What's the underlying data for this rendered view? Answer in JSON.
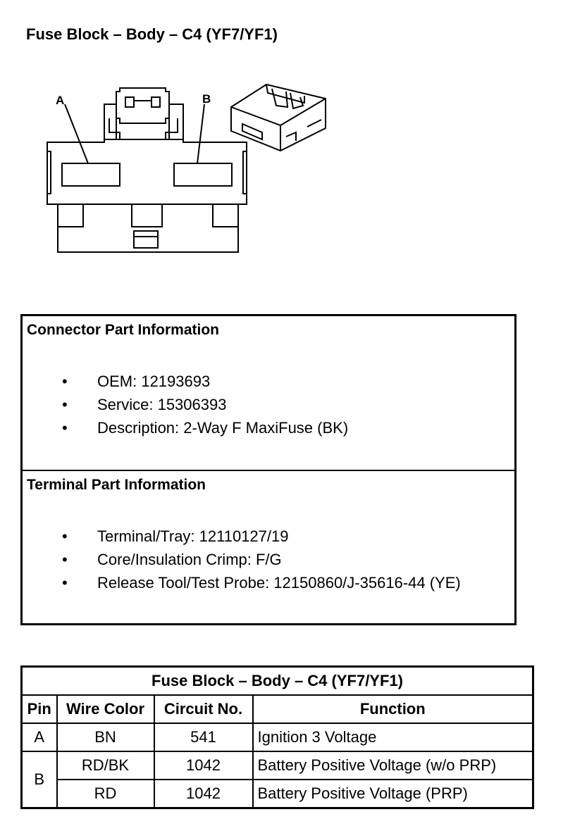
{
  "page": {
    "title": "Fuse Block – Body – C4 (YF7/YF1)"
  },
  "drawing": {
    "label_a": "A",
    "label_b": "B"
  },
  "connector_info": {
    "heading": "Connector Part Information",
    "items": [
      "OEM: 12193693",
      "Service: 15306393",
      "Description: 2-Way F MaxiFuse (BK)"
    ]
  },
  "terminal_info": {
    "heading": "Terminal Part Information",
    "items": [
      "Terminal/Tray: 12110127/19",
      "Core/Insulation Crimp: F/G",
      "Release Tool/Test Probe: 12150860/J-35616-44 (YE)"
    ]
  },
  "bullet": "•",
  "table": {
    "caption": "Fuse Block – Body – C4 (YF7/YF1)",
    "headers": [
      "Pin",
      "Wire Color",
      "Circuit No.",
      "Function"
    ],
    "rows": [
      {
        "pin": "A",
        "wire": "BN",
        "circuit": "541",
        "function": "Ignition 3 Voltage"
      },
      {
        "pin": "B",
        "wire": "RD/BK",
        "circuit": "1042",
        "function": "Battery Positive Voltage (w/o PRP)"
      },
      {
        "pin": "",
        "wire": "RD",
        "circuit": "1042",
        "function": "Battery Positive Voltage (PRP)"
      }
    ]
  }
}
